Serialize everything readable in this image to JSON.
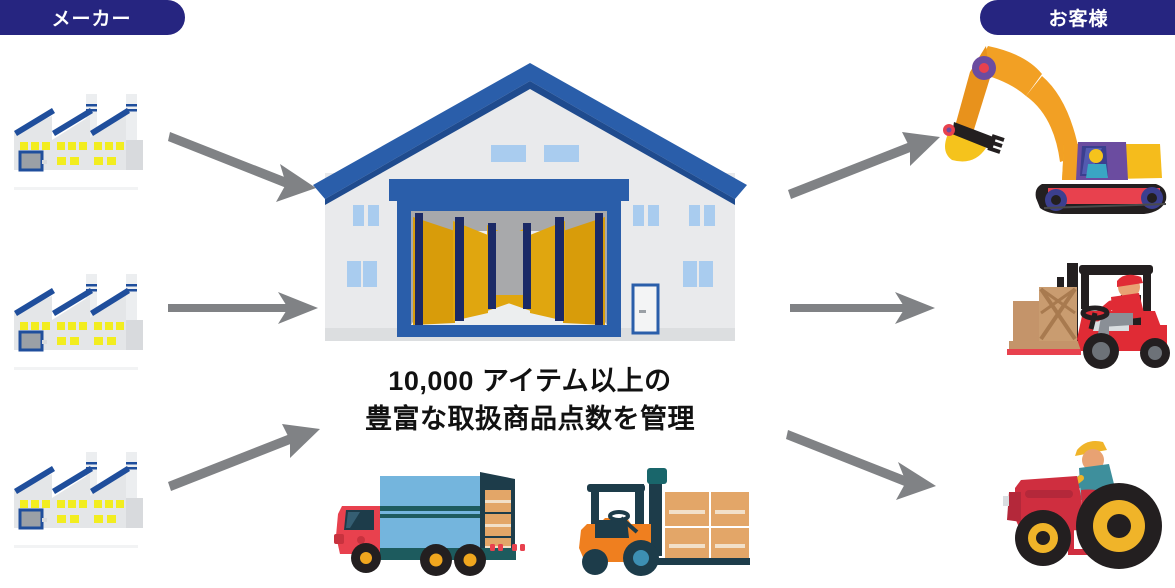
{
  "diagram": {
    "type": "flow-diagram",
    "title_caption": {
      "line1": "10,000 アイテム以上の",
      "line2": "豊富な取扱商品点数を管理"
    },
    "badges": {
      "left": {
        "label": "メーカー",
        "color": "#262580",
        "text_color": "#ffffff"
      },
      "right": {
        "label": "お客様",
        "color": "#262580",
        "text_color": "#ffffff"
      }
    },
    "left_column": {
      "name": "manufacturers",
      "items": [
        {
          "icon": "factory-icon",
          "label": ""
        },
        {
          "icon": "factory-icon",
          "label": ""
        },
        {
          "icon": "factory-icon",
          "label": ""
        }
      ]
    },
    "center": {
      "name": "warehouse",
      "icon": "warehouse-icon",
      "vehicles": [
        {
          "icon": "delivery-truck-icon"
        },
        {
          "icon": "forklift-boxes-icon"
        }
      ]
    },
    "right_column": {
      "name": "customers",
      "items": [
        {
          "icon": "excavator-icon"
        },
        {
          "icon": "forklift-driver-icon"
        },
        {
          "icon": "tractor-icon"
        }
      ]
    },
    "arrows": {
      "icon": "arrow-right-icon",
      "color": "#808285",
      "left_to_center": [
        {
          "direction": "down-right"
        },
        {
          "direction": "right"
        },
        {
          "direction": "up-right"
        }
      ],
      "center_to_right": [
        {
          "direction": "up-right"
        },
        {
          "direction": "right"
        },
        {
          "direction": "down-right"
        }
      ]
    },
    "palette": {
      "navy": "#262580",
      "roof_blue": "#2a5eaa",
      "wall_gray": "#e9eaec",
      "rack_gold": "#e0a60f",
      "window_yellow": "#f2ed1f",
      "window_blue": "#a9ccef",
      "arrow_gray": "#808285",
      "background": "#ffffff"
    }
  }
}
